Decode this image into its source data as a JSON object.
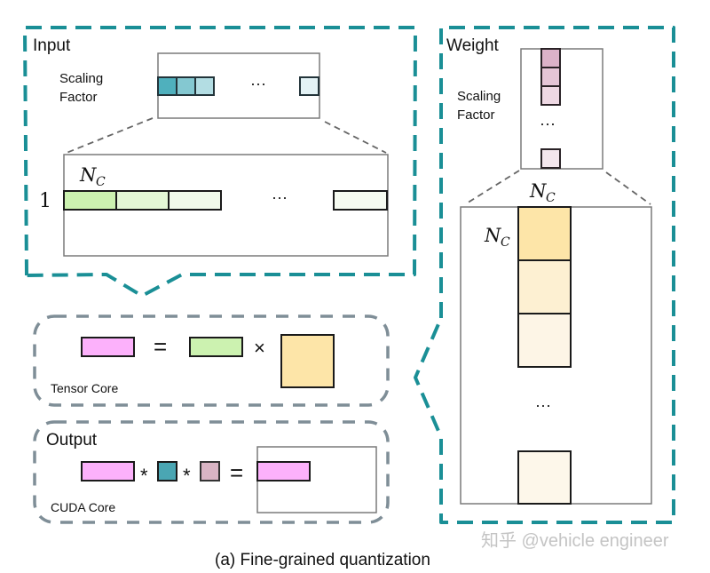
{
  "figure": {
    "caption": "(a) Fine-grained quantization",
    "watermark": "知乎 @vehicle engineer"
  },
  "input_panel": {
    "title": "Input",
    "scaling_label_line1": "Scaling",
    "scaling_label_line2": "Factor",
    "scaling_ellipsis": "···",
    "scaling_colors": [
      "#4fb0bd",
      "#84c8d1",
      "#b3dde3",
      "#e3f2f5"
    ],
    "matrix_row_label": "1",
    "matrix_dim_label": "N",
    "matrix_dim_sub": "C",
    "matrix_ellipsis": "···",
    "tile_colors": [
      "#ccf2b0",
      "#e4f7d6",
      "#f1faea",
      "#f6fbf1"
    ]
  },
  "weight_panel": {
    "title": "Weight",
    "scaling_label_line1": "Scaling",
    "scaling_label_line2": "Factor",
    "scaling_ellipsis": "···",
    "scaling_colors": [
      "#dcb2c8",
      "#e5c5d6",
      "#eed8e3",
      "#f4e6ed"
    ],
    "matrix_col_dim_label": "N",
    "matrix_col_dim_sub": "C",
    "matrix_row_dim_label": "N",
    "matrix_row_dim_sub": "C",
    "matrix_ellipsis": "···",
    "tile_colors": [
      "#fde5a8",
      "#fdf0d2",
      "#fdf5e6",
      "#fdf7ea"
    ]
  },
  "tensor_core": {
    "label": "Tensor Core",
    "equals": "=",
    "times": "×",
    "colors": {
      "output": "#fcb1fb",
      "input": "#ccf2b0",
      "weight": "#fde5a8"
    }
  },
  "cuda_core": {
    "title": "Output",
    "label": "CUDA Core",
    "star1": "*",
    "star2": "*",
    "equals": "=",
    "colors": {
      "partial": "#fcb1fb",
      "input_scale": "#4aa6b3",
      "weight_scale": "#d9b4c4",
      "result": "#fcb1fb"
    }
  },
  "colors": {
    "teal_border": "#1a8f96",
    "gray_border": "#7f8e97",
    "box_border": "#7a7a7a",
    "tile_border": "#1a1a1a"
  }
}
